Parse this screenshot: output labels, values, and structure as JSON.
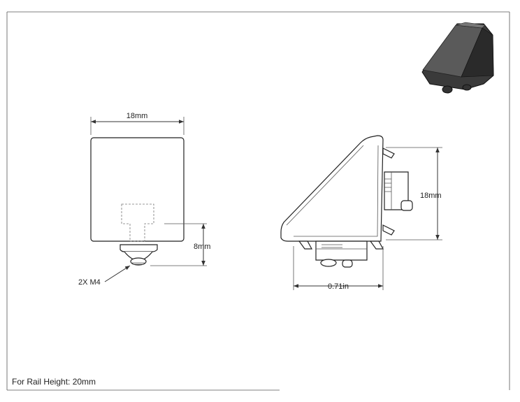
{
  "dimensions": {
    "front_width": "18mm",
    "bolt_height": "8mm",
    "side_height": "18mm",
    "side_width": "0.71in"
  },
  "callout": "2X M4",
  "note": "For Rail Height: 20mm",
  "colors": {
    "line": "#333333",
    "iso_body": "#3a3a3a",
    "iso_face": "#555555"
  }
}
